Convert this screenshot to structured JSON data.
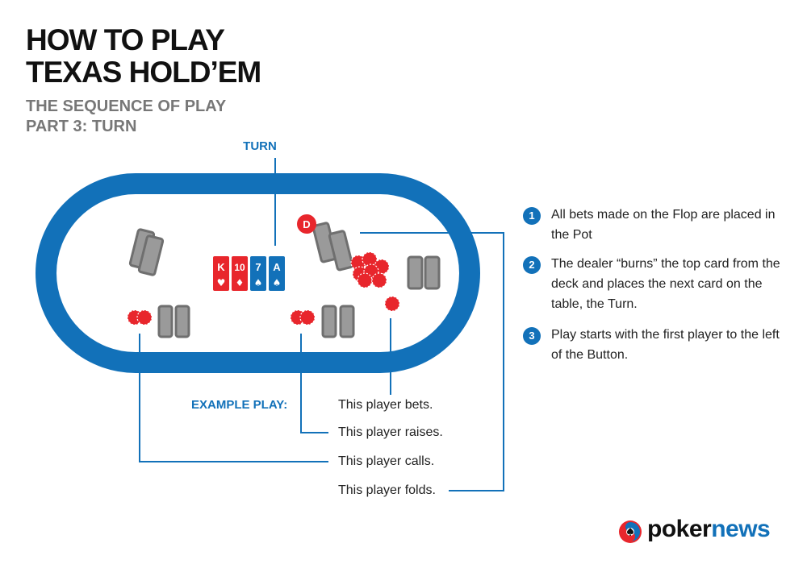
{
  "header": {
    "title_line1": "HOW TO PLAY",
    "title_line2": "TEXAS HOLD’EM",
    "subtitle_line1": "THE SEQUENCE OF PLAY",
    "subtitle_line2": "PART 3: TURN"
  },
  "diagram": {
    "turn_label": "TURN",
    "dealer_button": "D",
    "board_cards": [
      {
        "rank": "K",
        "suit": "♥",
        "color": "#e8262c"
      },
      {
        "rank": "10",
        "suit": "♦",
        "color": "#e8262c"
      },
      {
        "rank": "7",
        "suit": "♠",
        "color": "#1271b9"
      },
      {
        "rank": "A",
        "suit": "♠",
        "color": "#1271b9"
      }
    ],
    "colors": {
      "table_rail": "#1271b9",
      "accent_blue": "#1271b9",
      "chip_red": "#e8262c",
      "card_back": "#9a9a9a",
      "card_border": "#6f6f6f"
    }
  },
  "steps": [
    {
      "num": "1",
      "text": "All bets made on the Flop are placed in the Pot"
    },
    {
      "num": "2",
      "text": "The dealer “burns” the top card from the deck and places the next card on the table, the Turn."
    },
    {
      "num": "3",
      "text": "Play starts with the first player to the left of the Button."
    }
  ],
  "example": {
    "label": "EXAMPLE PLAY:",
    "actions": [
      "This player bets.",
      "This player raises.",
      "This player calls.",
      "This player folds."
    ]
  },
  "logo": {
    "part1": "poker",
    "part2": "news",
    "color1": "#111111",
    "color2": "#1271b9"
  }
}
